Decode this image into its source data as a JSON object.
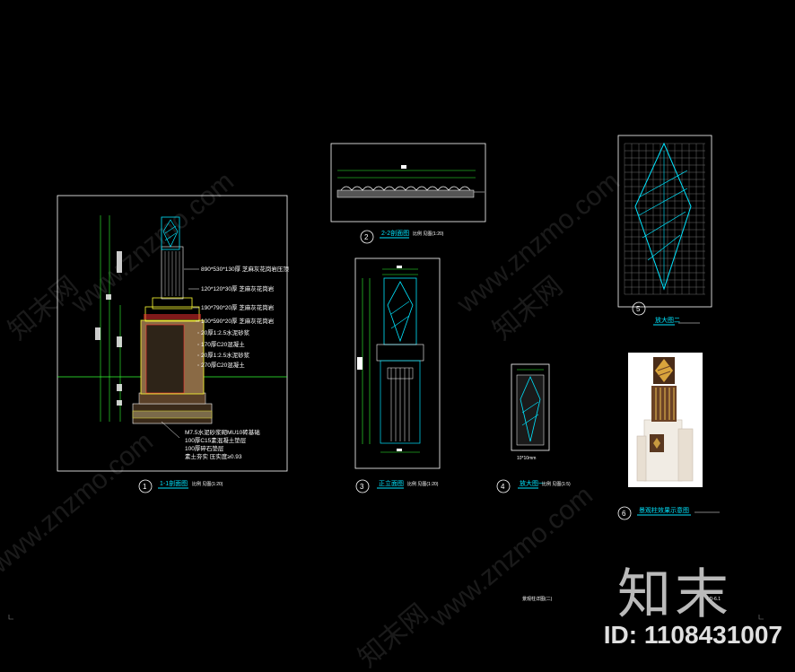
{
  "drawing": {
    "views": [
      {
        "number": "1",
        "title": "1-1剖面图",
        "subtitle": "比例 见图(1:20)"
      },
      {
        "number": "2",
        "title": "2-2剖面图",
        "subtitle": "比例 见图(1:20)"
      },
      {
        "number": "3",
        "title": "正立面图",
        "subtitle": "比例 见图(1:20)"
      },
      {
        "number": "4",
        "title": "放大图一",
        "subtitle": "比例 见图(1:5)"
      },
      {
        "number": "5",
        "title": "放大图二",
        "subtitle": ""
      },
      {
        "number": "6",
        "title": "景观柱效果示意图",
        "subtitle": ""
      }
    ],
    "section_notes": [
      "890*530*130厚 芝麻灰花岗岩压顶",
      "120*120*30厚 芝麻灰花岗岩",
      "190*790*20厚 芝麻灰花岗岩",
      "100*590*20厚 芝麻灰花岗岩",
      "20厚1:2.5水泥砂浆",
      "170厚C20混凝土",
      "20厚1:2.5水泥砂浆",
      "270厚C20混凝土"
    ],
    "foundation_notes": [
      "M7.5水泥砂浆砌MU10砖基础",
      "100厚C15素混凝土垫层",
      "100厚碎石垫层",
      "素土夯实 压实度≥0.93"
    ],
    "detail_label": "10*10mm",
    "footer_title": "景观柱详图(二)",
    "footer_code": "LD-6.1"
  },
  "watermark": "www.znzmo.com",
  "watermark_cn": "知末网",
  "brand_logo": "知末",
  "id_label": "ID: 1108431007",
  "colors": {
    "background": "#000000",
    "frame": "#ffffff",
    "line_cyan": "#00e5ff",
    "line_green": "#33ff33",
    "line_yellow": "#ffff33",
    "line_red": "#ff3333",
    "hatch": "#c49a6c"
  }
}
